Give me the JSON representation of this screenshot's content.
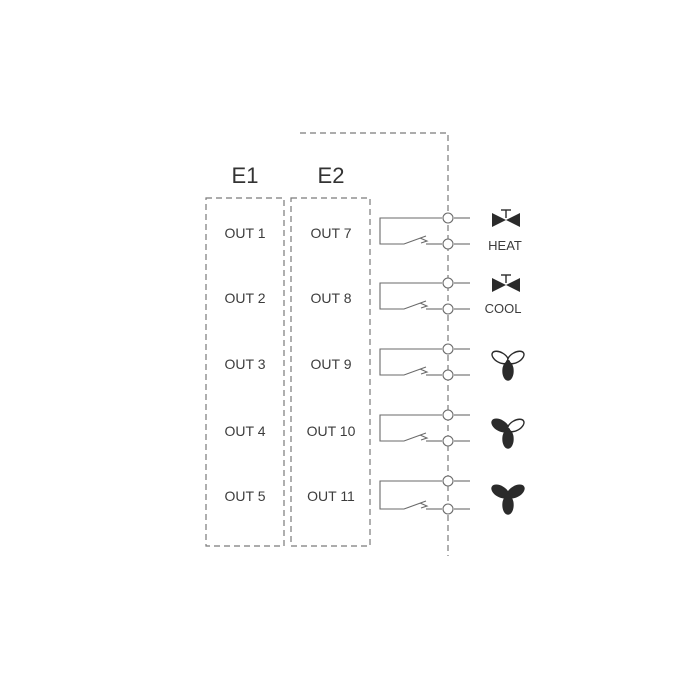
{
  "modules": [
    {
      "title": "E1",
      "outputs": [
        "OUT 1",
        "OUT 2",
        "OUT 3",
        "OUT 4",
        "OUT 5"
      ]
    },
    {
      "title": "E2",
      "outputs": [
        "OUT 7",
        "OUT 8",
        "OUT 9",
        "OUT 10",
        "OUT 11"
      ]
    }
  ],
  "loads": [
    {
      "icon": "valve-icon",
      "label": "HEAT"
    },
    {
      "icon": "valve-icon",
      "label": "COOL"
    },
    {
      "icon": "fan-speed-1-icon",
      "label": ""
    },
    {
      "icon": "fan-speed-2-icon",
      "label": ""
    },
    {
      "icon": "fan-speed-3-icon",
      "label": ""
    }
  ],
  "colors": {
    "text": "#3c3c3c",
    "lines": "#6a6a6a",
    "dashes": "#7a7a7a",
    "icons": "#2b2b2b"
  }
}
